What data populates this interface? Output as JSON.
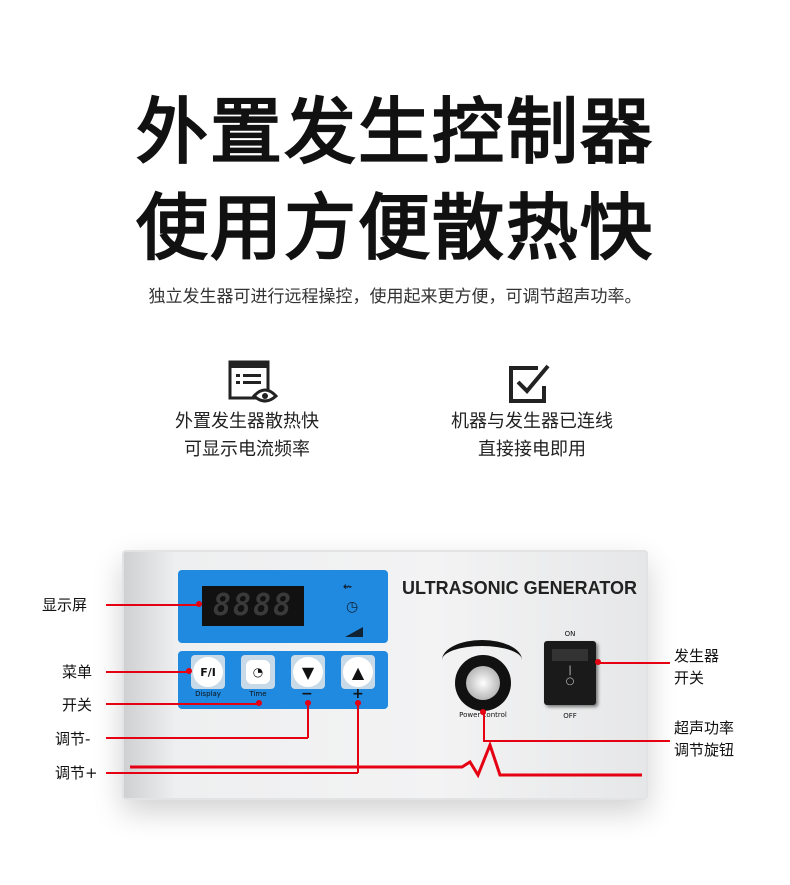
{
  "headline": {
    "line1": "外置发生控制器",
    "line2": "使用方便散热快"
  },
  "subtitle": "独立发生器可进行远程操控，使用起来更方便，可调节超声功率。",
  "features": [
    {
      "icon": "display-eye-icon",
      "line1": "外置发生器散热快",
      "line2": "可显示电流频率"
    },
    {
      "icon": "checkbox-icon",
      "line1": "机器与发生器已连线",
      "line2": "直接接电即用"
    }
  ],
  "panel": {
    "title": "ULTRASONIC GENERATOR",
    "display_value": "8888",
    "buttons": {
      "fi": "F/I",
      "display": "Display",
      "time": "Time",
      "minus": "−",
      "plus": "+"
    },
    "knob_label": "Power control",
    "switch_on": "ON",
    "switch_off": "OFF"
  },
  "callouts": {
    "screen": "显示屏",
    "menu": "菜单",
    "power": "开关",
    "minus": "调节-",
    "plus": "调节+",
    "gen_switch_1": "发生器",
    "gen_switch_2": "开关",
    "knob_1": "超声功率",
    "knob_2": "调节旋钮"
  },
  "colors": {
    "accent": "#e50012",
    "panel_blue": "#1f8ae0"
  }
}
